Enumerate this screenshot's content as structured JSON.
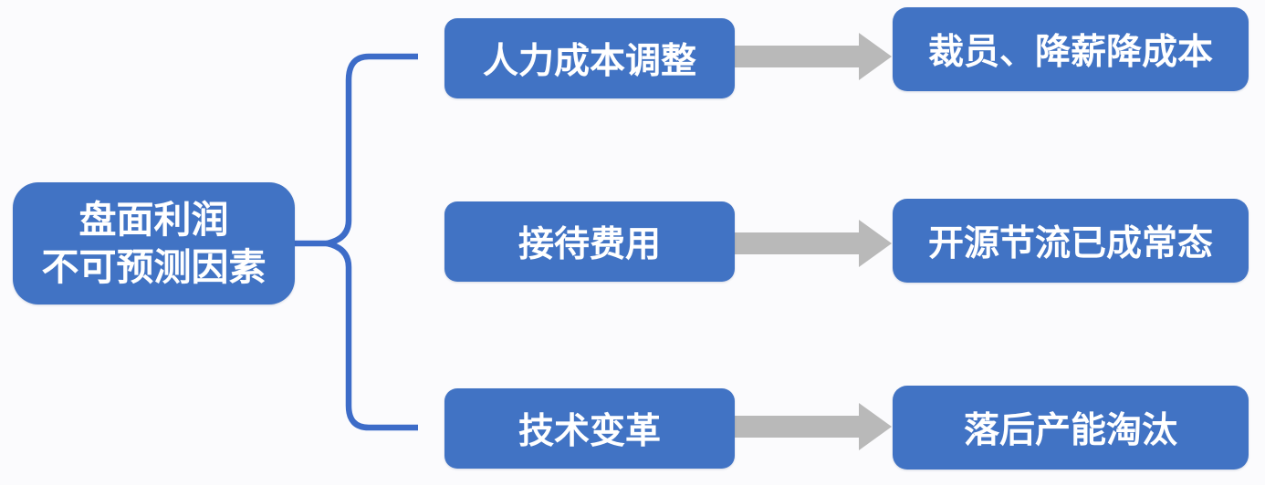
{
  "diagram": {
    "root": {
      "line1": "盘面利润",
      "line2": "不可预测因素"
    },
    "branches": [
      {
        "cause": "人力成本调整",
        "effect": "裁员、降薪降成本"
      },
      {
        "cause": "接待费用",
        "effect": "开源节流已成常态"
      },
      {
        "cause": "技术变革",
        "effect": "落后产能淘汰"
      }
    ],
    "icons": {
      "connector": "left-curly-brace-connector",
      "arrow": "right-block-arrow"
    },
    "colors": {
      "background": "#fbfbfd",
      "node_fill": "#4173c4",
      "connector": "#3d6cc8",
      "arrow": "#b9b9b9",
      "text": "#ffffff"
    }
  }
}
